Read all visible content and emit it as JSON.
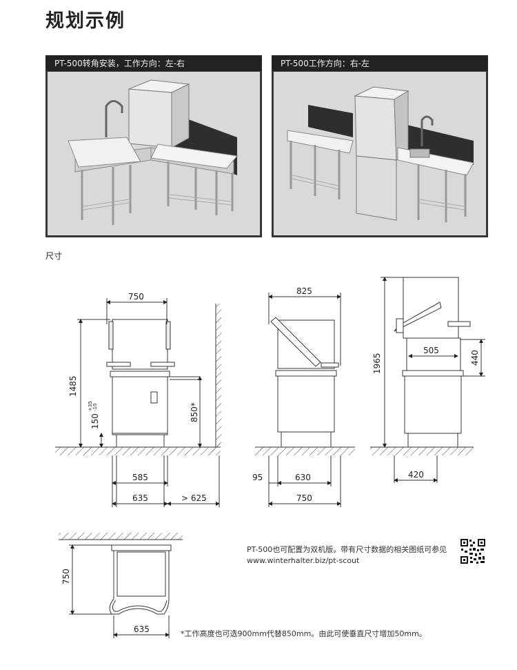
{
  "page_title": "规划示例",
  "panels": [
    {
      "caption": "PT-500转角安装，工作方向：左-右"
    },
    {
      "caption": "PT-500工作方向：右-左"
    }
  ],
  "dimensions_heading": "尺寸",
  "front_view": {
    "width_top": "750",
    "height_total": "1485",
    "height_adjust": "150",
    "tol_plus": "+35",
    "tol_minus": "-10",
    "table_height": "850*",
    "base_width": "585",
    "depth": "635",
    "clearance": "> 625"
  },
  "side_view": {
    "width_top": "825",
    "offset": "95",
    "base_width": "630",
    "total_width": "750"
  },
  "open_view": {
    "height_open": "1965",
    "inner_width": "505",
    "inner_height": "440",
    "base_width": "420"
  },
  "plan_view": {
    "depth": "750",
    "width": "635"
  },
  "note_line1": "PT-500也可配置为双机版。带有尺寸数据的相关图纸可参见",
  "note_line2": "www.winterhalter.biz/pt-scout",
  "footnote": "*工作高度也可选900mm代替850mm。由此可使垂直尺寸增加50mm。"
}
